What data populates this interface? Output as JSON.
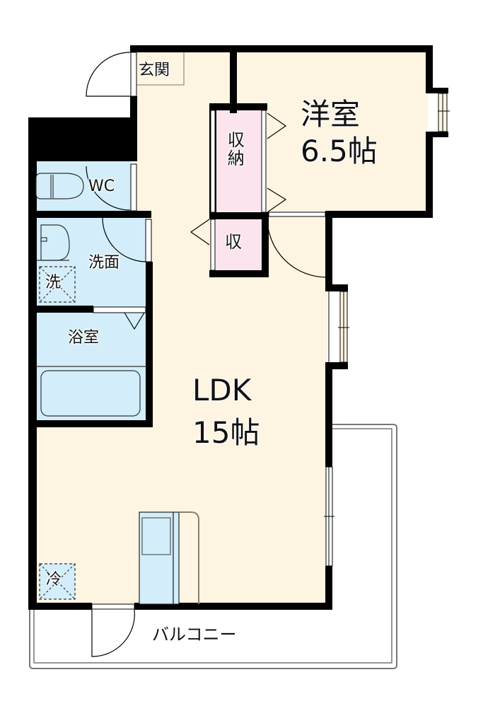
{
  "floor_plan": {
    "rooms": [
      {
        "id": "entrance",
        "label": "玄関"
      },
      {
        "id": "western_room",
        "label": "洋室",
        "size": "6.5帖"
      },
      {
        "id": "storage_large",
        "label": "収納"
      },
      {
        "id": "storage_small",
        "label": "収"
      },
      {
        "id": "toilet",
        "label": "WC"
      },
      {
        "id": "washroom",
        "label": "洗面"
      },
      {
        "id": "washer_space",
        "label": "洗"
      },
      {
        "id": "bathroom",
        "label": "浴室"
      },
      {
        "id": "ldk",
        "label": "LDK",
        "size": "15帖"
      },
      {
        "id": "fridge_space",
        "label": "冷"
      },
      {
        "id": "balcony",
        "label": "バルコニー"
      }
    ],
    "colors": {
      "wall": "#000000",
      "living_floor": "#fdf4e1",
      "wet_area": "#d3eefa",
      "storage": "#fbe4ee",
      "background": "#ffffff"
    }
  }
}
